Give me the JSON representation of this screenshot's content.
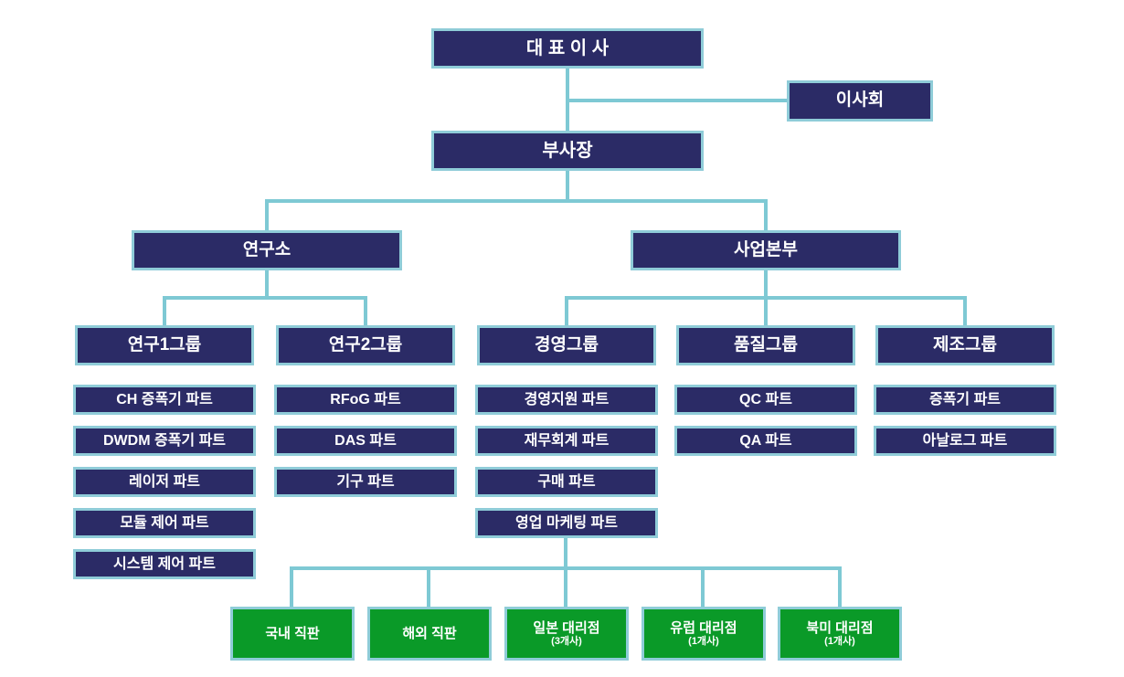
{
  "org": {
    "ceo": {
      "label": "대 표 이 사"
    },
    "board": {
      "label": "이사회"
    },
    "vice_president": {
      "label": "부사장"
    },
    "divisions": [
      {
        "label": "연구소"
      },
      {
        "label": "사업본부"
      }
    ],
    "groups": [
      {
        "label": "연구1그룹",
        "parts": [
          "CH 증폭기 파트",
          "DWDM 증폭기 파트",
          "레이저 파트",
          "모듈 제어 파트",
          "시스템 제어 파트"
        ]
      },
      {
        "label": "연구2그룹",
        "parts": [
          "RFoG 파트",
          "DAS 파트",
          "기구 파트"
        ]
      },
      {
        "label": "경영그룹",
        "parts": [
          "경영지원 파트",
          "재무회계 파트",
          "구매 파트",
          "영업 마케팅 파트"
        ]
      },
      {
        "label": "품질그룹",
        "parts": [
          "QC 파트",
          "QA 파트"
        ]
      },
      {
        "label": "제조그룹",
        "parts": [
          "증폭기 파트",
          "아날로그 파트"
        ]
      }
    ],
    "sales_channels": [
      {
        "label": "국내 직판",
        "note": ""
      },
      {
        "label": "해외 직판",
        "note": ""
      },
      {
        "label": "일본 대리점",
        "note": "(3개사)"
      },
      {
        "label": "유럽 대리점",
        "note": "(1개사)"
      },
      {
        "label": "북미 대리점",
        "note": "(1개사)"
      }
    ]
  },
  "colors": {
    "box_navy": "#2b2b66",
    "box_green": "#0a9a28",
    "border_light_blue": "#8fccd8",
    "connector_blue": "#7ec9d4",
    "text": "#ffffff",
    "background": "#ffffff"
  }
}
